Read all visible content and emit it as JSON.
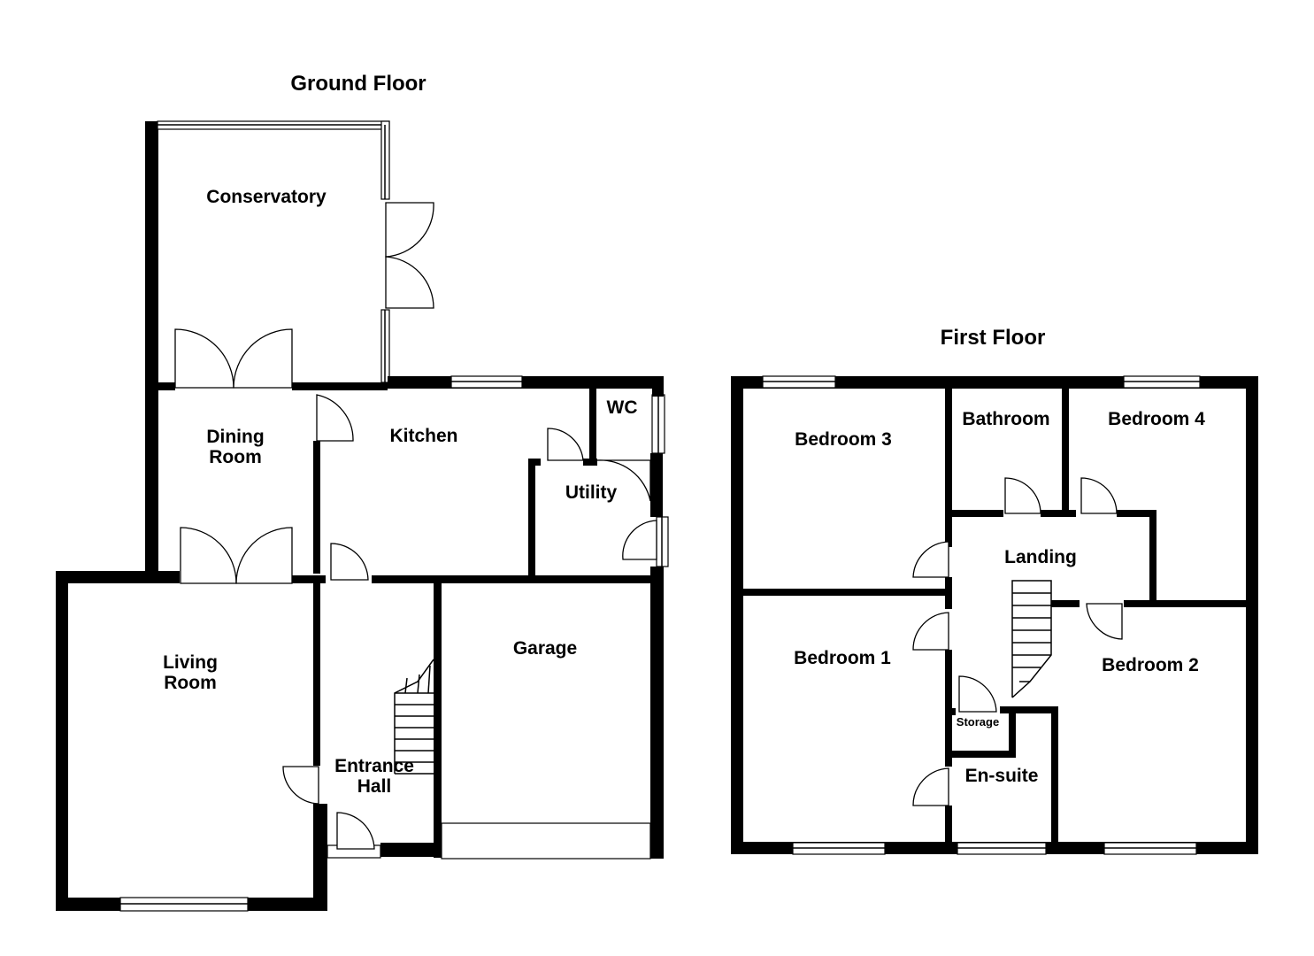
{
  "ground_floor": {
    "title": "Ground Floor",
    "rooms": {
      "conservatory": "Conservatory",
      "dining_room": [
        "Dining",
        "Room"
      ],
      "kitchen": "Kitchen",
      "wc": "WC",
      "utility": "Utility",
      "living_room": [
        "Living",
        "Room"
      ],
      "entrance_hall": [
        "Entrance",
        "Hall"
      ],
      "garage": "Garage"
    }
  },
  "first_floor": {
    "title": "First Floor",
    "rooms": {
      "bedroom_3": "Bedroom 3",
      "bathroom": "Bathroom",
      "bedroom_4": "Bedroom 4",
      "landing": "Landing",
      "bedroom_1": "Bedroom 1",
      "bedroom_2": "Bedroom 2",
      "storage": "Storage",
      "en_suite": "En-suite"
    }
  }
}
